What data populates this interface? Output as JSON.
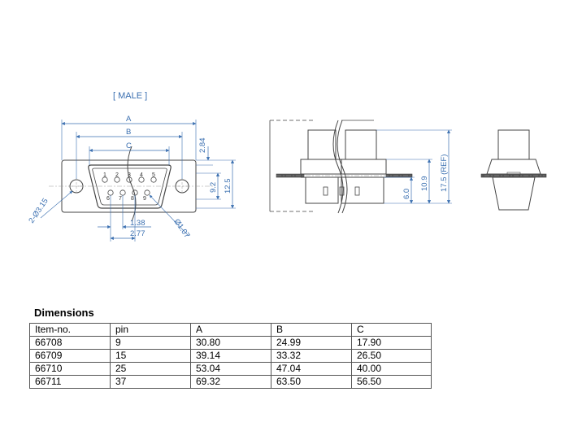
{
  "drawing": {
    "view_label": "[ MALE ]",
    "dims": {
      "A": "A",
      "B": "B",
      "C": "C",
      "d284": "2.84",
      "d92": "9.2",
      "d125": "12.5",
      "d138": "1.38",
      "d277": "2.77",
      "hole": "2-Ø3.15",
      "pinDia": "Ø1.07",
      "d60": "6.0",
      "d109": "10.9",
      "d175": "17.5 (REF)"
    },
    "pins_top": [
      "1",
      "2",
      "3",
      "4",
      "5"
    ],
    "pins_bottom": [
      "6",
      "7",
      "8",
      "9"
    ],
    "colors": {
      "dimension": "#3a6fb0",
      "outline": "#444444",
      "body": "#555555"
    }
  },
  "table": {
    "title": "Dimensions",
    "headers": [
      "Item-no.",
      "pin",
      "A",
      "B",
      "C"
    ],
    "rows": [
      [
        "66708",
        "9",
        "30.80",
        "24.99",
        "17.90"
      ],
      [
        "66709",
        "15",
        "39.14",
        "33.32",
        "26.50"
      ],
      [
        "66710",
        "25",
        "53.04",
        "47.04",
        "40.00"
      ],
      [
        "66711",
        "37",
        "69.32",
        "63.50",
        "56.50"
      ]
    ]
  }
}
